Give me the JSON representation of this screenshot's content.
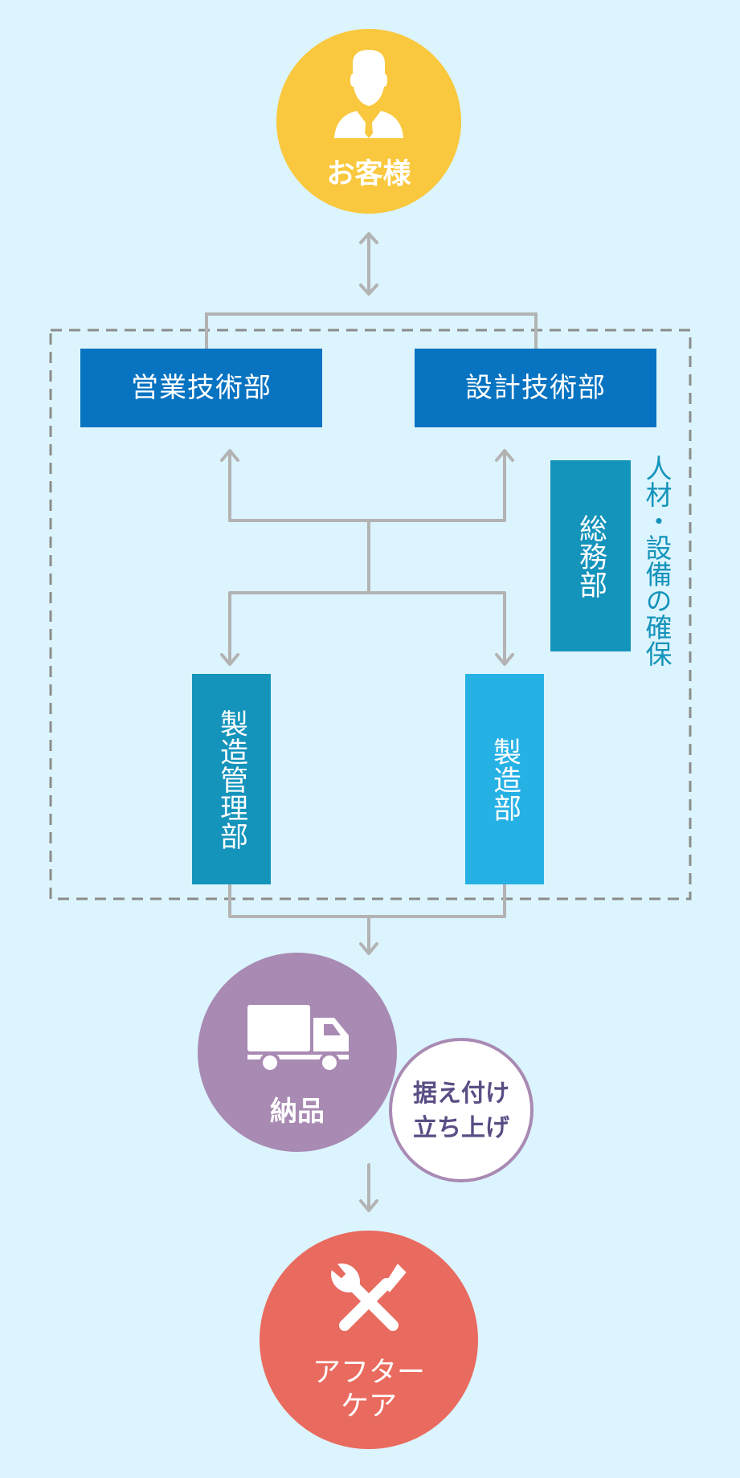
{
  "diagram": {
    "customer": {
      "label": "お客様",
      "icon": "businessman-icon",
      "color": "#f9c83e"
    },
    "departments": {
      "sales_engineering": "営業技術部",
      "design_engineering": "設計技術部",
      "general_affairs": "総務部",
      "production_management": "製造管理部",
      "production": "製造部"
    },
    "general_affairs_note": "人材・設備の確保",
    "delivery": {
      "label": "納品",
      "icon": "truck-icon",
      "color": "#a88ab3"
    },
    "installation": {
      "line1": "据え付け",
      "line2": "立ち上げ"
    },
    "aftercare": {
      "line1": "アフター",
      "line2": "ケア",
      "icon": "tools-icon",
      "color": "#e96a5e"
    },
    "colors": {
      "background": "#dcf4fd",
      "dept_blue": "#0773c1",
      "dept_teal": "#1493bb",
      "dept_light": "#26b1e5",
      "connector": "#b3b3b3",
      "dashed_border": "#8c8c8c"
    }
  }
}
